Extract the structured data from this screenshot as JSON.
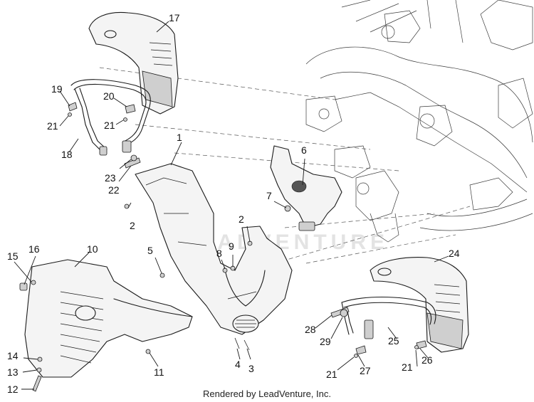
{
  "callouts": [
    {
      "id": "1",
      "label": "1"
    },
    {
      "id": "2a",
      "label": "2"
    },
    {
      "id": "2b",
      "label": "2"
    },
    {
      "id": "3",
      "label": "3"
    },
    {
      "id": "4",
      "label": "4"
    },
    {
      "id": "5",
      "label": "5"
    },
    {
      "id": "6",
      "label": "6"
    },
    {
      "id": "7",
      "label": "7"
    },
    {
      "id": "8",
      "label": "8"
    },
    {
      "id": "9",
      "label": "9"
    },
    {
      "id": "10",
      "label": "10"
    },
    {
      "id": "11",
      "label": "11"
    },
    {
      "id": "12",
      "label": "12"
    },
    {
      "id": "13",
      "label": "13"
    },
    {
      "id": "14",
      "label": "14"
    },
    {
      "id": "15",
      "label": "15"
    },
    {
      "id": "16",
      "label": "16"
    },
    {
      "id": "17",
      "label": "17"
    },
    {
      "id": "18",
      "label": "18"
    },
    {
      "id": "19",
      "label": "19"
    },
    {
      "id": "20",
      "label": "20"
    },
    {
      "id": "21a",
      "label": "21"
    },
    {
      "id": "21b",
      "label": "21"
    },
    {
      "id": "21c",
      "label": "21"
    },
    {
      "id": "21d",
      "label": "21"
    },
    {
      "id": "22",
      "label": "22"
    },
    {
      "id": "23",
      "label": "23"
    },
    {
      "id": "24",
      "label": "24"
    },
    {
      "id": "25",
      "label": "25"
    },
    {
      "id": "26",
      "label": "26"
    },
    {
      "id": "27",
      "label": "27"
    },
    {
      "id": "28",
      "label": "28"
    },
    {
      "id": "29",
      "label": "29"
    }
  ],
  "watermark": "LEADVENTURE",
  "footer": "Rendered by LeadVenture, Inc."
}
